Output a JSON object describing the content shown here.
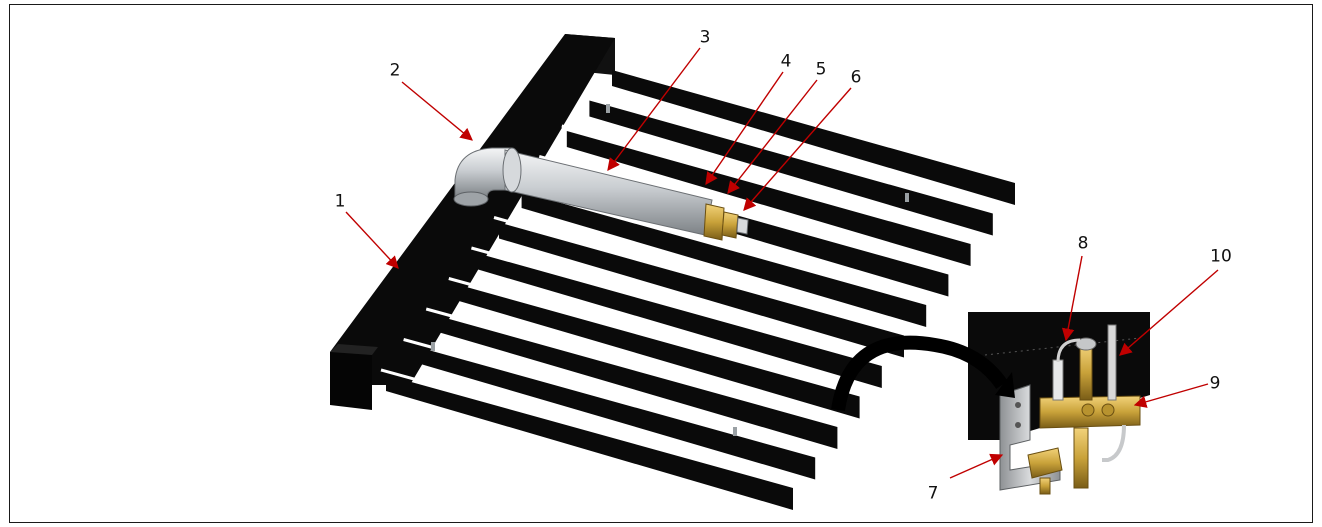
{
  "diagram": {
    "callouts": [
      {
        "id": "1",
        "label": "1"
      },
      {
        "id": "2",
        "label": "2"
      },
      {
        "id": "3",
        "label": "3"
      },
      {
        "id": "4",
        "label": "4"
      },
      {
        "id": "5",
        "label": "5"
      },
      {
        "id": "6",
        "label": "6"
      },
      {
        "id": "7",
        "label": "7"
      },
      {
        "id": "8",
        "label": "8"
      },
      {
        "id": "9",
        "label": "9"
      },
      {
        "id": "10",
        "label": "10"
      }
    ],
    "colors": {
      "frame": "#1a1a1a",
      "grate": "#0a0a0a",
      "slot": "#ffffff",
      "pipe": "#c9cdd1",
      "brass": "#c9a23a",
      "bracket": "#b9bcbf",
      "arrow": "#c00000"
    },
    "icons": [
      "burner-grate",
      "gas-pipe",
      "pilot-assembly",
      "callout-arrow"
    ]
  }
}
